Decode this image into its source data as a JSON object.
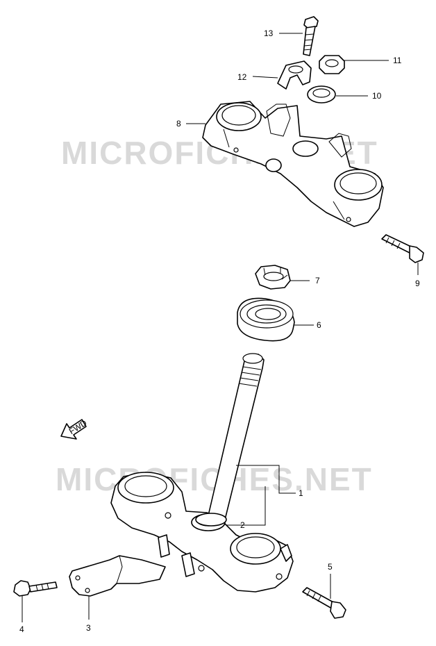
{
  "watermark": "MICROFICHES.NET",
  "fwd_arrow": "FWD",
  "callouts": {
    "c1": "1",
    "c2": "2",
    "c3": "3",
    "c4": "4",
    "c5": "5",
    "c6": "6",
    "c7": "7",
    "c8": "8",
    "c9": "9",
    "c10": "10",
    "c11": "11",
    "c12": "12",
    "c13": "13"
  }
}
